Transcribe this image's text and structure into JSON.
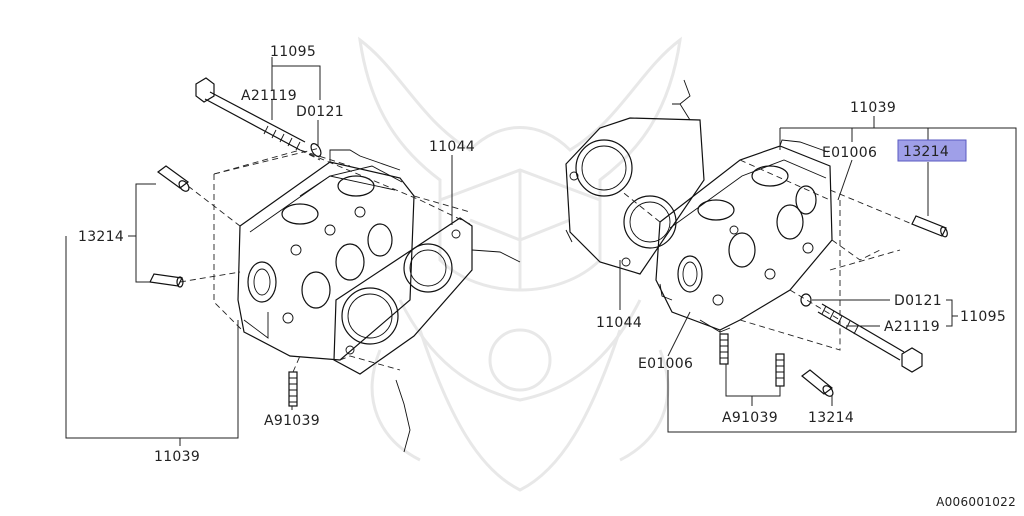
{
  "callouts": {
    "left_11095": "11095",
    "left_A21119": "A21119",
    "left_D0121": "D0121",
    "left_11044": "11044",
    "left_13214": "13214",
    "left_A91039": "A91039",
    "left_11039": "11039",
    "right_11039": "11039",
    "right_E01006_top": "E01006",
    "right_13214_highlighted": "13214",
    "right_11044": "11044",
    "right_D0121": "D0121",
    "right_A21119": "A21119",
    "right_11095": "11095",
    "right_E01006_bottom": "E01006",
    "right_A91039": "A91039",
    "right_13214_bottom": "13214"
  },
  "diagram_id": "A006001022",
  "colors": {
    "highlight_fill": "#9f9fe8",
    "highlight_stroke": "#5a5ac0",
    "line": "#111111",
    "watermark": "#e8e8e8"
  }
}
